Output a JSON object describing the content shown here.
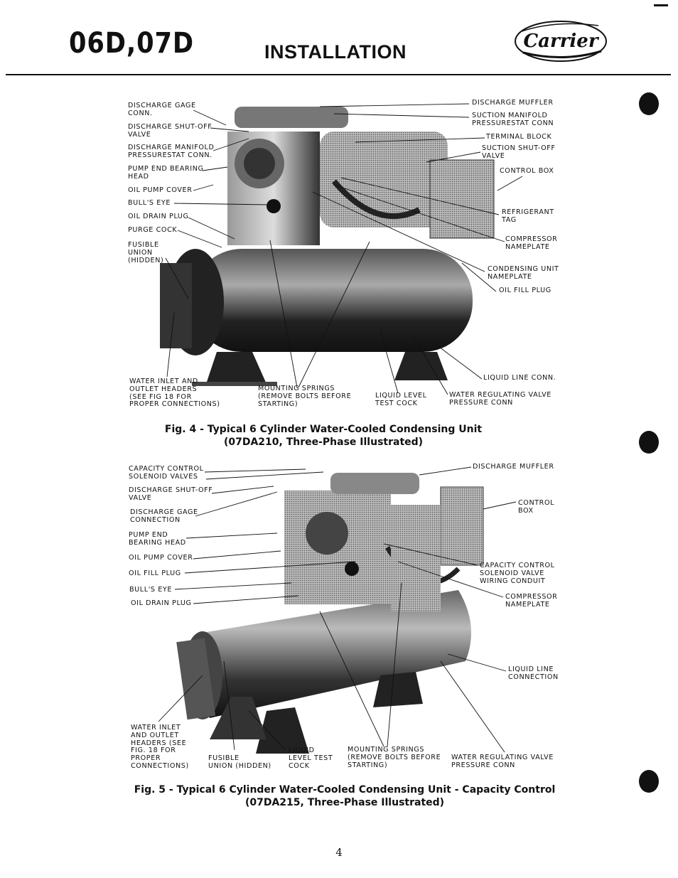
{
  "header": {
    "model": "06D,07D",
    "section": "INSTALLATION",
    "logo_text": "Carrier"
  },
  "figure4": {
    "caption": "Fig. 4 - Typical 6 Cylinder Water-Cooled Condensing Unit\n(07DA210, Three-Phase Illustrated)",
    "left_labels": [
      "Discharge gage\nconn.",
      "Discharge shut-off\nvalve",
      "Discharge manifold\npressurestat conn.",
      "Pump end bearing\nhead",
      "Oil pump cover",
      "Bull's eye",
      "Oil drain plug",
      "Purge cock",
      "Fusible\nunion\n(hidden)"
    ],
    "right_labels": [
      "Discharge muffler",
      "Suction manifold\npressurestat conn",
      "Terminal block",
      "Suction shut-off\nvalve",
      "Control box",
      "Refrigerant\ntag",
      "Compressor\nnameplate",
      "Condensing unit\nnameplate",
      "Oil fill plug",
      "Liquid line conn."
    ],
    "bottom_labels": [
      "Water inlet and\noutlet headers\n(see fig 18 for\nproper connections)",
      "Mounting springs\n(remove bolts before\nstarting)",
      "Liquid level\ntest cock",
      "Water regulating valve\npressure conn"
    ]
  },
  "figure5": {
    "caption": "Fig. 5 - Typical 6 Cylinder Water-Cooled Condensing Unit - Capacity Control\n(07DA215, Three-Phase Illustrated)",
    "left_labels": [
      "Capacity control\nsolenoid valves",
      "Discharge shut-off\nvalve",
      "Discharge gage\nconnection",
      "Pump end\nbearing head",
      "Oil pump cover",
      "Oil fill plug",
      "Bull's eye",
      "Oil drain plug"
    ],
    "right_labels": [
      "Discharge muffler",
      "Control\nbox",
      "Capacity control\nsolenoid valve\nwiring conduit",
      "Compressor\nnameplate",
      "Liquid line\nconnection"
    ],
    "bottom_labels": [
      "Water inlet\nand outlet\nheaders (see\nfig. 18 for\nproper\nconnections)",
      "Fusible\nunion (hidden)",
      "Liquid\nlevel test\ncock",
      "Mounting springs\n(remove bolts before\nstarting)",
      "Water regulating valve\npressure conn"
    ]
  },
  "page_number": "4"
}
